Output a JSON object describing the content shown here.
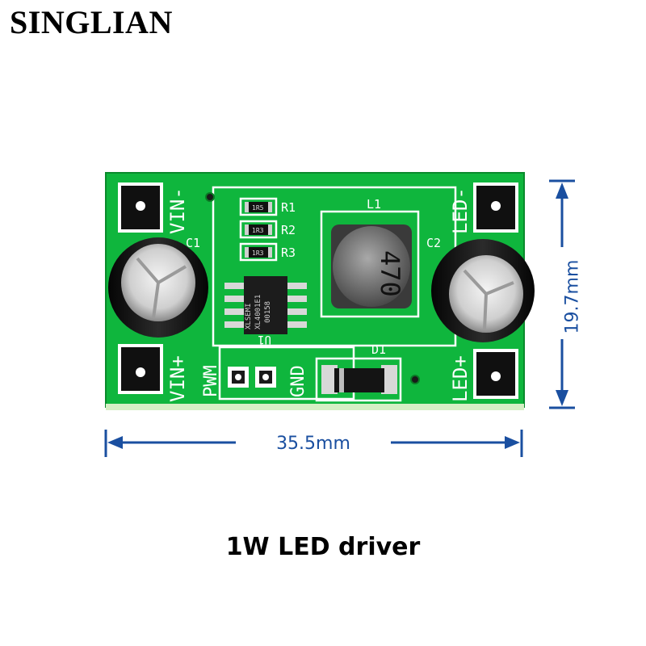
{
  "brand": {
    "name": "SINGLIAN"
  },
  "caption": "1W LED driver",
  "dimensions": {
    "width_label": "35.5mm",
    "height_label": "19.7mm"
  },
  "board": {
    "labels": {
      "vin_minus": "VIN-",
      "vin_plus": "VIN+",
      "led_minus": "LED-",
      "led_plus": "LED+",
      "c1": "C1",
      "c2": "C2",
      "l1": "L1",
      "d1": "D1",
      "u1": "U1",
      "r1": "R1",
      "r2": "R2",
      "r3": "R3",
      "pwm": "PWM",
      "gnd": "GND"
    },
    "resistor_codes": [
      "1R5",
      "1R3",
      "1R3"
    ],
    "inductor_marking": "470",
    "ic_marking": [
      "XLSEMI",
      "XL4001E1",
      "00158"
    ]
  },
  "colors": {
    "pcb": "#0fb63d",
    "silkscreen": "#ffffff",
    "dimension": "#1a4fa0"
  }
}
